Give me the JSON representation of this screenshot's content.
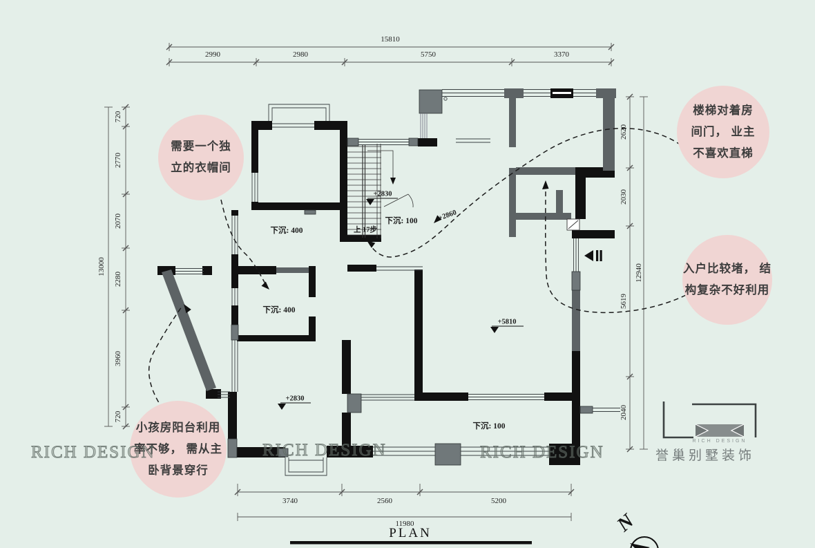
{
  "dims": {
    "top": {
      "total": "15810",
      "segs": [
        "2990",
        "2980",
        "5750",
        "3370"
      ]
    },
    "left": {
      "total": "13000",
      "segs": [
        "720",
        "2770",
        "2070",
        "2280",
        "3960",
        "720"
      ]
    },
    "right": {
      "total": "12940",
      "segs": [
        "2620",
        "2030",
        "5619",
        "2040"
      ]
    },
    "bottom": {
      "total": "11980",
      "segs": [
        "3740",
        "2560",
        "5200"
      ]
    }
  },
  "notes": {
    "closet": [
      "需要一个独",
      "立的衣帽间"
    ],
    "stair": [
      "楼梯对着房",
      "间门， 业主",
      "不喜欢直梯"
    ],
    "entry": [
      "入户比较堵， 结",
      "构复杂不好利用"
    ],
    "balcony": [
      "小孩房阳台利用",
      "率不够， 需从主",
      "卧背景穿行"
    ]
  },
  "labels": {
    "sunken400_upper": "下沉: 400",
    "sunken400_lower": "下沉: 400",
    "sunken100_stair": "下沉: 100",
    "sunken100_living": "下沉: 100",
    "lvl2830_stair": "+2830",
    "lvl2860": "+2860",
    "lvl5810": "+5810",
    "lvl2830_bed": "+2830",
    "steps": "上 17步"
  },
  "watermarks": [
    "RICH DESIGN",
    "RICH DESIGN",
    "RICH DESIGN"
  ],
  "logo": {
    "brand": "RICH DESIGN",
    "company": "誉巢别墅装饰"
  },
  "plan_title": "PLAN",
  "compass_label": "N",
  "colors": {
    "bg": "#e4efe9",
    "wall_black": "#111111",
    "wall_gray": "#5d6365",
    "column_gray": "#70787a",
    "annotation_pink": "#f0d5d3"
  }
}
